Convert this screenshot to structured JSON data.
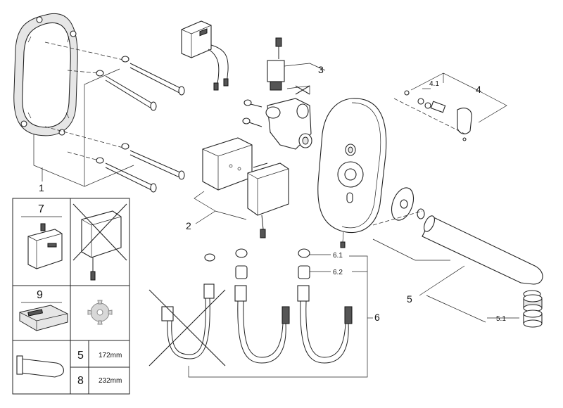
{
  "callouts": {
    "c1": "1",
    "c2": "2",
    "c3": "3",
    "c4": "4",
    "c4_1": "4.1",
    "c5": "5",
    "c5_1": "5.1",
    "c6": "6",
    "c6_1": "6.1",
    "c6_2": "6.2"
  },
  "table": {
    "cell_7": "7",
    "cell_9": "9",
    "rows": [
      {
        "num": "5",
        "size": "172mm"
      },
      {
        "num": "8",
        "size": "232mm"
      }
    ]
  },
  "colors": {
    "line": "#222222",
    "fill": "#ffffff",
    "shade": "#e6e6e6"
  }
}
